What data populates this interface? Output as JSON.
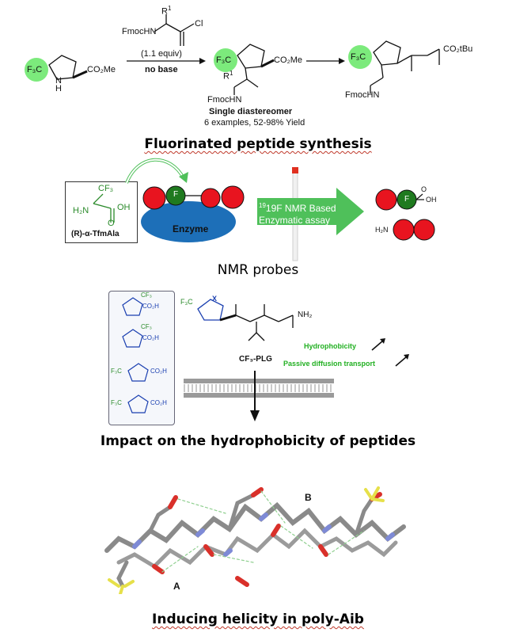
{
  "section1": {
    "reagent_r": "R",
    "reagent_sup": "1",
    "reagent_fmoc": "FmocHN",
    "reagent_cl": "Cl",
    "equiv": "(1.1 equiv)",
    "no_base": "no base",
    "f3c": "F₃C",
    "co2me": "CO₂Me",
    "nh": "N",
    "h": "H",
    "prod_r": "R",
    "prod_sup": "1",
    "prod_fmoc": "FmocHN",
    "prod2_fmoc": "FmocHN",
    "co2tbu": "CO₂tBu",
    "single": "Single diastereomer",
    "examples": "6 examples, 52-98% Yield",
    "caption": "Fluorinated peptide synthesis"
  },
  "section2": {
    "cf3": "CF₃",
    "h2n": "H₂N",
    "oh": "OH",
    "o": "O",
    "r_label": "(R)-α-TfmAla",
    "f": "F",
    "enzyme": "Enzyme",
    "arrow_line1": "19F NMR Based",
    "arrow_line2": "Enzymatic assay",
    "prod_f": "F",
    "prod_oh": "OH",
    "prod_o": "O",
    "prod_h2n": "H₂N",
    "caption": "NMR probes",
    "colors": {
      "red": "#e8141f",
      "green": "#1f7a1f",
      "enzyme": "#1d6fb8",
      "arrow": "#4fc05a"
    }
  },
  "section3": {
    "box_labels": [
      "CO₂H",
      "CO₂H",
      "CO₂H",
      "CO₂H"
    ],
    "cf3_labels": [
      "CF₃",
      "CF₃",
      "F₃C",
      "F₃C"
    ],
    "f3c_main": "F₃C",
    "x": "X",
    "nh2": "NH₂",
    "name": "CF₃-PLG",
    "hydro": "Hydrophobicity",
    "passive": "Passive diffusion transport",
    "caption": "Impact on the hydrophobicity of peptides"
  },
  "section4": {
    "label_a": "A",
    "label_b": "B",
    "caption": "Inducing helicity in poly-Aib"
  }
}
